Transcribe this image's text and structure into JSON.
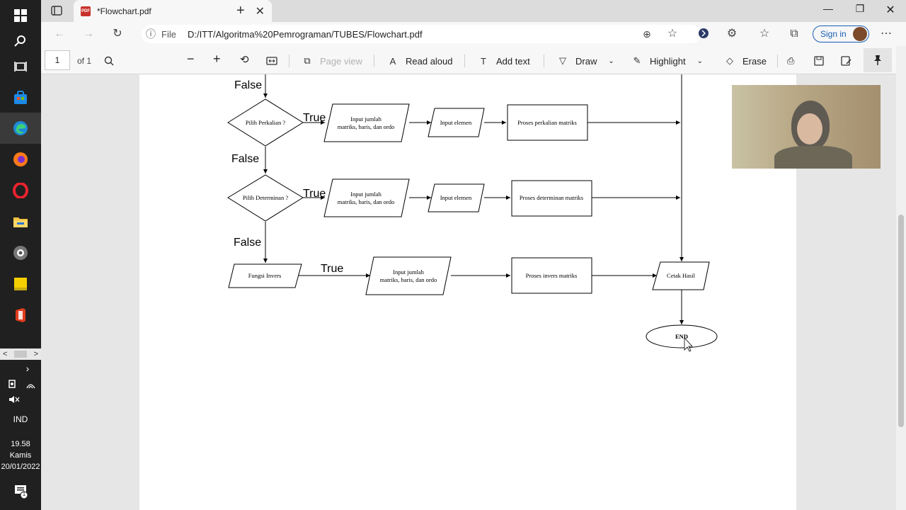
{
  "taskbar": {
    "language": "IND",
    "time": "19.58",
    "day": "Kamis",
    "date": "20/01/2022",
    "notification_count": "1",
    "icons": [
      "windows-start-icon",
      "search-icon",
      "task-view-icon",
      "store-icon",
      "edge-icon",
      "firefox-icon",
      "opera-icon",
      "file-explorer-icon",
      "camera-app-icon",
      "sticky-notes-icon",
      "office-icon"
    ]
  },
  "browser": {
    "tab_title": "*Flowchart.pdf",
    "pdf_badge": "PDF",
    "url_prefix": "File",
    "url": "D:/ITT/Algoritma%20Pemrograman/TUBES/Flowchart.pdf",
    "signin_label": "Sign in"
  },
  "pdf_toolbar": {
    "page_number": "1",
    "page_total": "of 1",
    "page_view": "Page view",
    "read_aloud": "Read aloud",
    "add_text": "Add text",
    "draw": "Draw",
    "highlight": "Highlight",
    "erase": "Erase"
  },
  "flowchart": {
    "false1": "False",
    "false2": "False",
    "false3": "False",
    "true1": "True",
    "true2": "True",
    "true3": "True",
    "decision1": "Pilih Perkalian ?",
    "decision2": "Pilih Determinan ?",
    "input_row1_l1": "Input jumlah",
    "input_row1_l2": "matriks, baris, dan ordo",
    "input_row2_l1": "Input jumlah",
    "input_row2_l2": "matriks, baris, dan ordo",
    "input_row3_l1": "Input jumlah",
    "input_row3_l2": "matriks, baris, dan ordo",
    "elemen1": "Input elemen",
    "elemen2": "Input elemen",
    "proses1": "Proses perkalian  matriks",
    "proses2": "Proses determinan  matriks",
    "proses3": "Proses invers matriks",
    "fungsi_invers": "Fungsi Invers",
    "cetak": "Cetak Hasil",
    "end": "END"
  }
}
